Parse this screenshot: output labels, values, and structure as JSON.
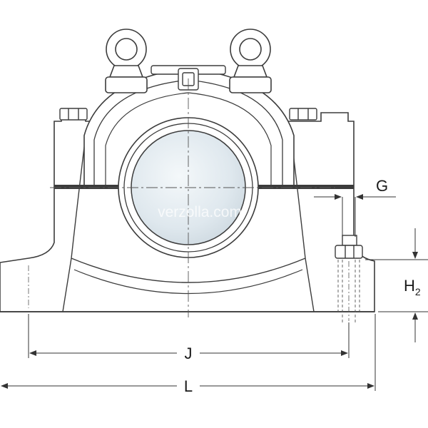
{
  "dimensions": {
    "G": "G",
    "H2_main": "H",
    "H2_sub": "2",
    "J": "J",
    "L": "L"
  },
  "watermark": "verzolla.com",
  "colors": {
    "outline": "#3c3c3c",
    "body_fill": "#ffffff",
    "bore_fill": "#dde6ec",
    "dim_line": "#333333"
  }
}
